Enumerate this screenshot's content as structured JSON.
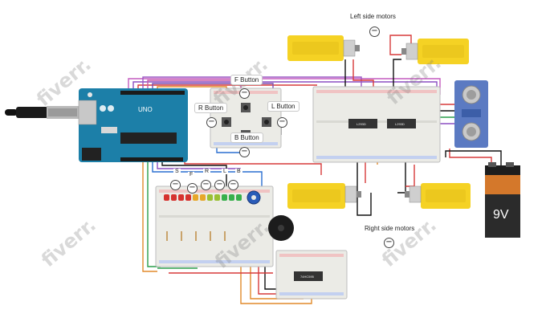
{
  "labels": {
    "left_side_motors": "Left side motors",
    "right_side_motors": "Right side motors",
    "f_button": "F Button",
    "r_button": "R Button",
    "l_button": "L Button",
    "b_button": "B Button",
    "battery": "9V",
    "arduino_brand": "UNO",
    "chip_left": "L293D",
    "chip_right": "L293D",
    "chip_shift": "74HC595",
    "minus": "−"
  },
  "led_letters": [
    "S",
    "F",
    "R",
    "L",
    "B"
  ],
  "watermark": "fiverr.",
  "colors": {
    "motor_yellow": "#f5d224",
    "arduino_blue": "#1c7fa8",
    "breadboard": "#ebebe6",
    "battery_orange": "#d4782b",
    "battery_black": "#2b2b2b",
    "sensor_blue": "#5b7ac2"
  },
  "icons": [
    "usb-cable-icon",
    "buzzer-icon",
    "potentiometer-icon",
    "ultrasonic-sensor-icon"
  ]
}
